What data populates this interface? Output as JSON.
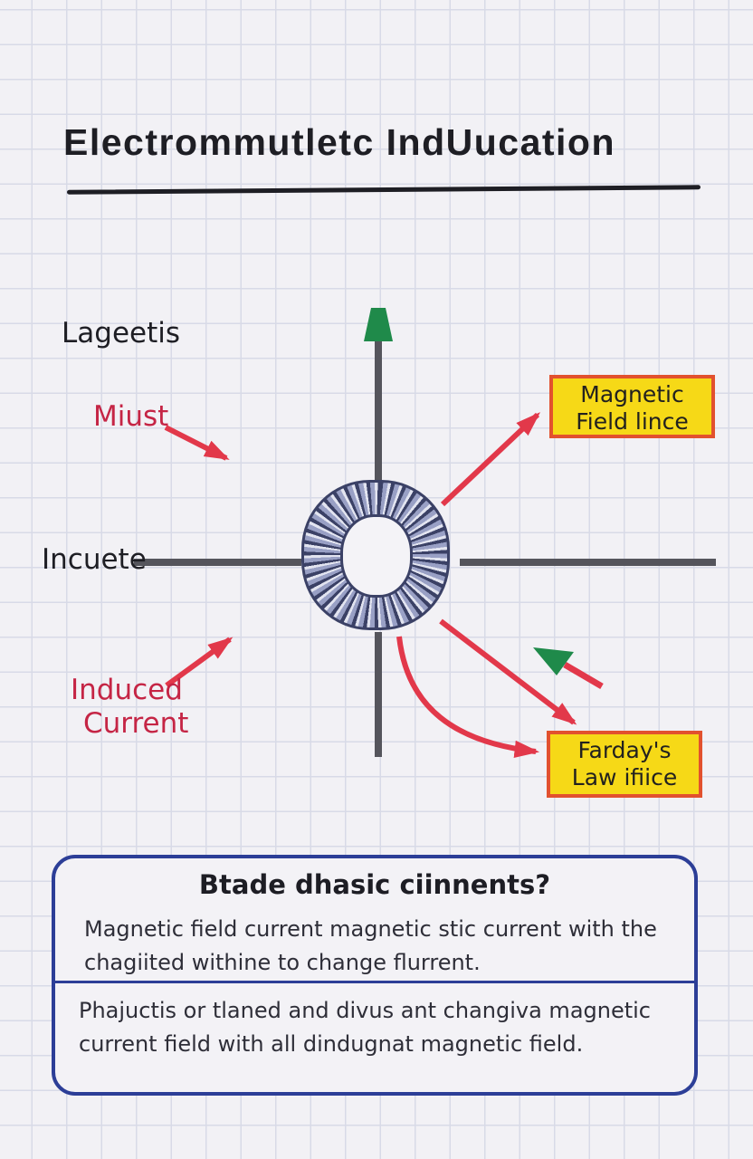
{
  "colors": {
    "paper": "#f2f1f5",
    "grid_line": "#d8dae7",
    "ink_black": "#1e1e24",
    "accent_red": "#e2384a",
    "label_red": "#c52545",
    "accent_green": "#1f8a4a",
    "axis_gray": "#55555c",
    "box_yellow": "#f6d917",
    "box_border_orange": "#e2512e",
    "note_border_blue": "#2c3e97",
    "coil_dark": "#3b4166",
    "coil_mid": "#99a0c5",
    "coil_light": "#e2e4f0"
  },
  "title": {
    "text": "Electrommutletc IndUucation"
  },
  "diagram": {
    "label_top_left": "Lageetis",
    "label_must": "Miust",
    "label_axis_left": "Incuete",
    "label_induced_line1": "Induced",
    "label_induced_line2": "Current",
    "box_magnetic_line1": "Magnetic",
    "box_magnetic_line2": "Field lince",
    "box_faraday_line1": "Farday's",
    "box_faraday_line2": "Law ifiice"
  },
  "note": {
    "heading": "Btade dhasic ciinnents?",
    "para1_line1": "Magnetic field current magnetic stic current with the",
    "para1_line2": "chagiited withine to change flurrent.",
    "para2_line1": "Phajuctis or tlaned and divus ant changiva magnetic",
    "para2_line2": "current field with all dindugnat magnetic field."
  }
}
